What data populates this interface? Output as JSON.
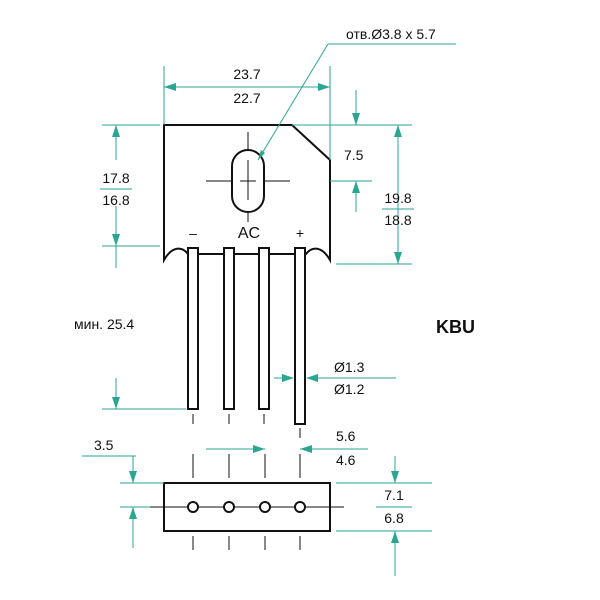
{
  "package_name": "KBU",
  "hole_label": "отв.Ø3.8 х 5.7",
  "top_view": {
    "width_max": "23.7",
    "width_min": "22.7",
    "chamfer": "7.5",
    "height_left_max": "17.8",
    "height_left_min": "16.8",
    "height_right_max": "19.8",
    "height_right_min": "18.8",
    "pin_minus": "–",
    "pin_ac": "AC",
    "pin_plus": "+",
    "lead_length": "мин. 25.4",
    "lead_dia_max": "Ø1.3",
    "lead_dia_min": "Ø1.2"
  },
  "bottom_view": {
    "edge_offset": "3.5",
    "pitch_max": "5.6",
    "pitch_min": "4.6",
    "depth_max": "7.1",
    "depth_min": "6.8"
  },
  "colors": {
    "dimension": "#2aa693",
    "outline": "#111111"
  }
}
